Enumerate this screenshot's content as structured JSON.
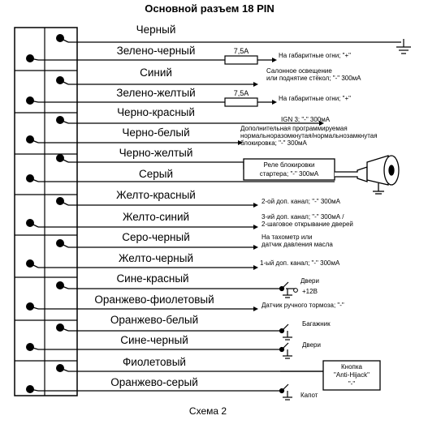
{
  "title": "Основной разъем 18 PIN",
  "caption": "Схема 2",
  "wires": [
    {
      "label": "Черный",
      "note": []
    },
    {
      "label": "Зелено-черный",
      "note": [
        "На габаритные огни; \"+\""
      ],
      "fuse": "7,5А"
    },
    {
      "label": "Синий",
      "note": [
        "Салонное освещение",
        "или поднятие стёкол; \"-\" 300мА"
      ]
    },
    {
      "label": "Зелено-желтый",
      "note": [
        "На габаритные огни; \"+\""
      ],
      "fuse": "7,5А"
    },
    {
      "label": "Черно-красный",
      "note": [
        "IGN 3; \"-\" 300мА"
      ]
    },
    {
      "label": "Черно-белый",
      "note": [
        "Дополнительная программируемая",
        "нормальноразомкнутая/нормальнозамкнутая",
        "блокировка; \"-\" 300мА"
      ]
    },
    {
      "label": "Черно-желтый",
      "note": []
    },
    {
      "label": "Серый",
      "note": []
    },
    {
      "label": "Желто-красный",
      "note": [
        "2-ой доп. канал; \"-\" 300мА"
      ]
    },
    {
      "label": "Желто-синий",
      "note": [
        "3-ий доп. канал; \"-\" 300мА /",
        "2-шаговое открывание дверей"
      ]
    },
    {
      "label": "Серо-черный",
      "note": [
        "На тахометр или",
        "датчик давления масла"
      ]
    },
    {
      "label": "Желто-черный",
      "note": [
        "1-ый доп. канал; \"-\" 300мА"
      ]
    },
    {
      "label": "Сине-красный",
      "note": [
        "Двери"
      ]
    },
    {
      "label": "Оранжево-фиолетовый",
      "note": [
        "Датчик ручного тормоза; \"-\""
      ]
    },
    {
      "label": "Оранжево-белый",
      "note": [
        "Багажник"
      ]
    },
    {
      "label": "Сине-черный",
      "note": [
        "Двери"
      ]
    },
    {
      "label": "Фиолетовый",
      "note": []
    },
    {
      "label": "Оранжево-серый",
      "note": [
        "Капот"
      ]
    }
  ],
  "relay_box": [
    "Реле блокировки",
    "стартера; \"-\" 300мА"
  ],
  "plus12": "+12В",
  "button_box": [
    "Кнопка",
    "\"Anti-Hijack\"",
    "\"-\""
  ]
}
